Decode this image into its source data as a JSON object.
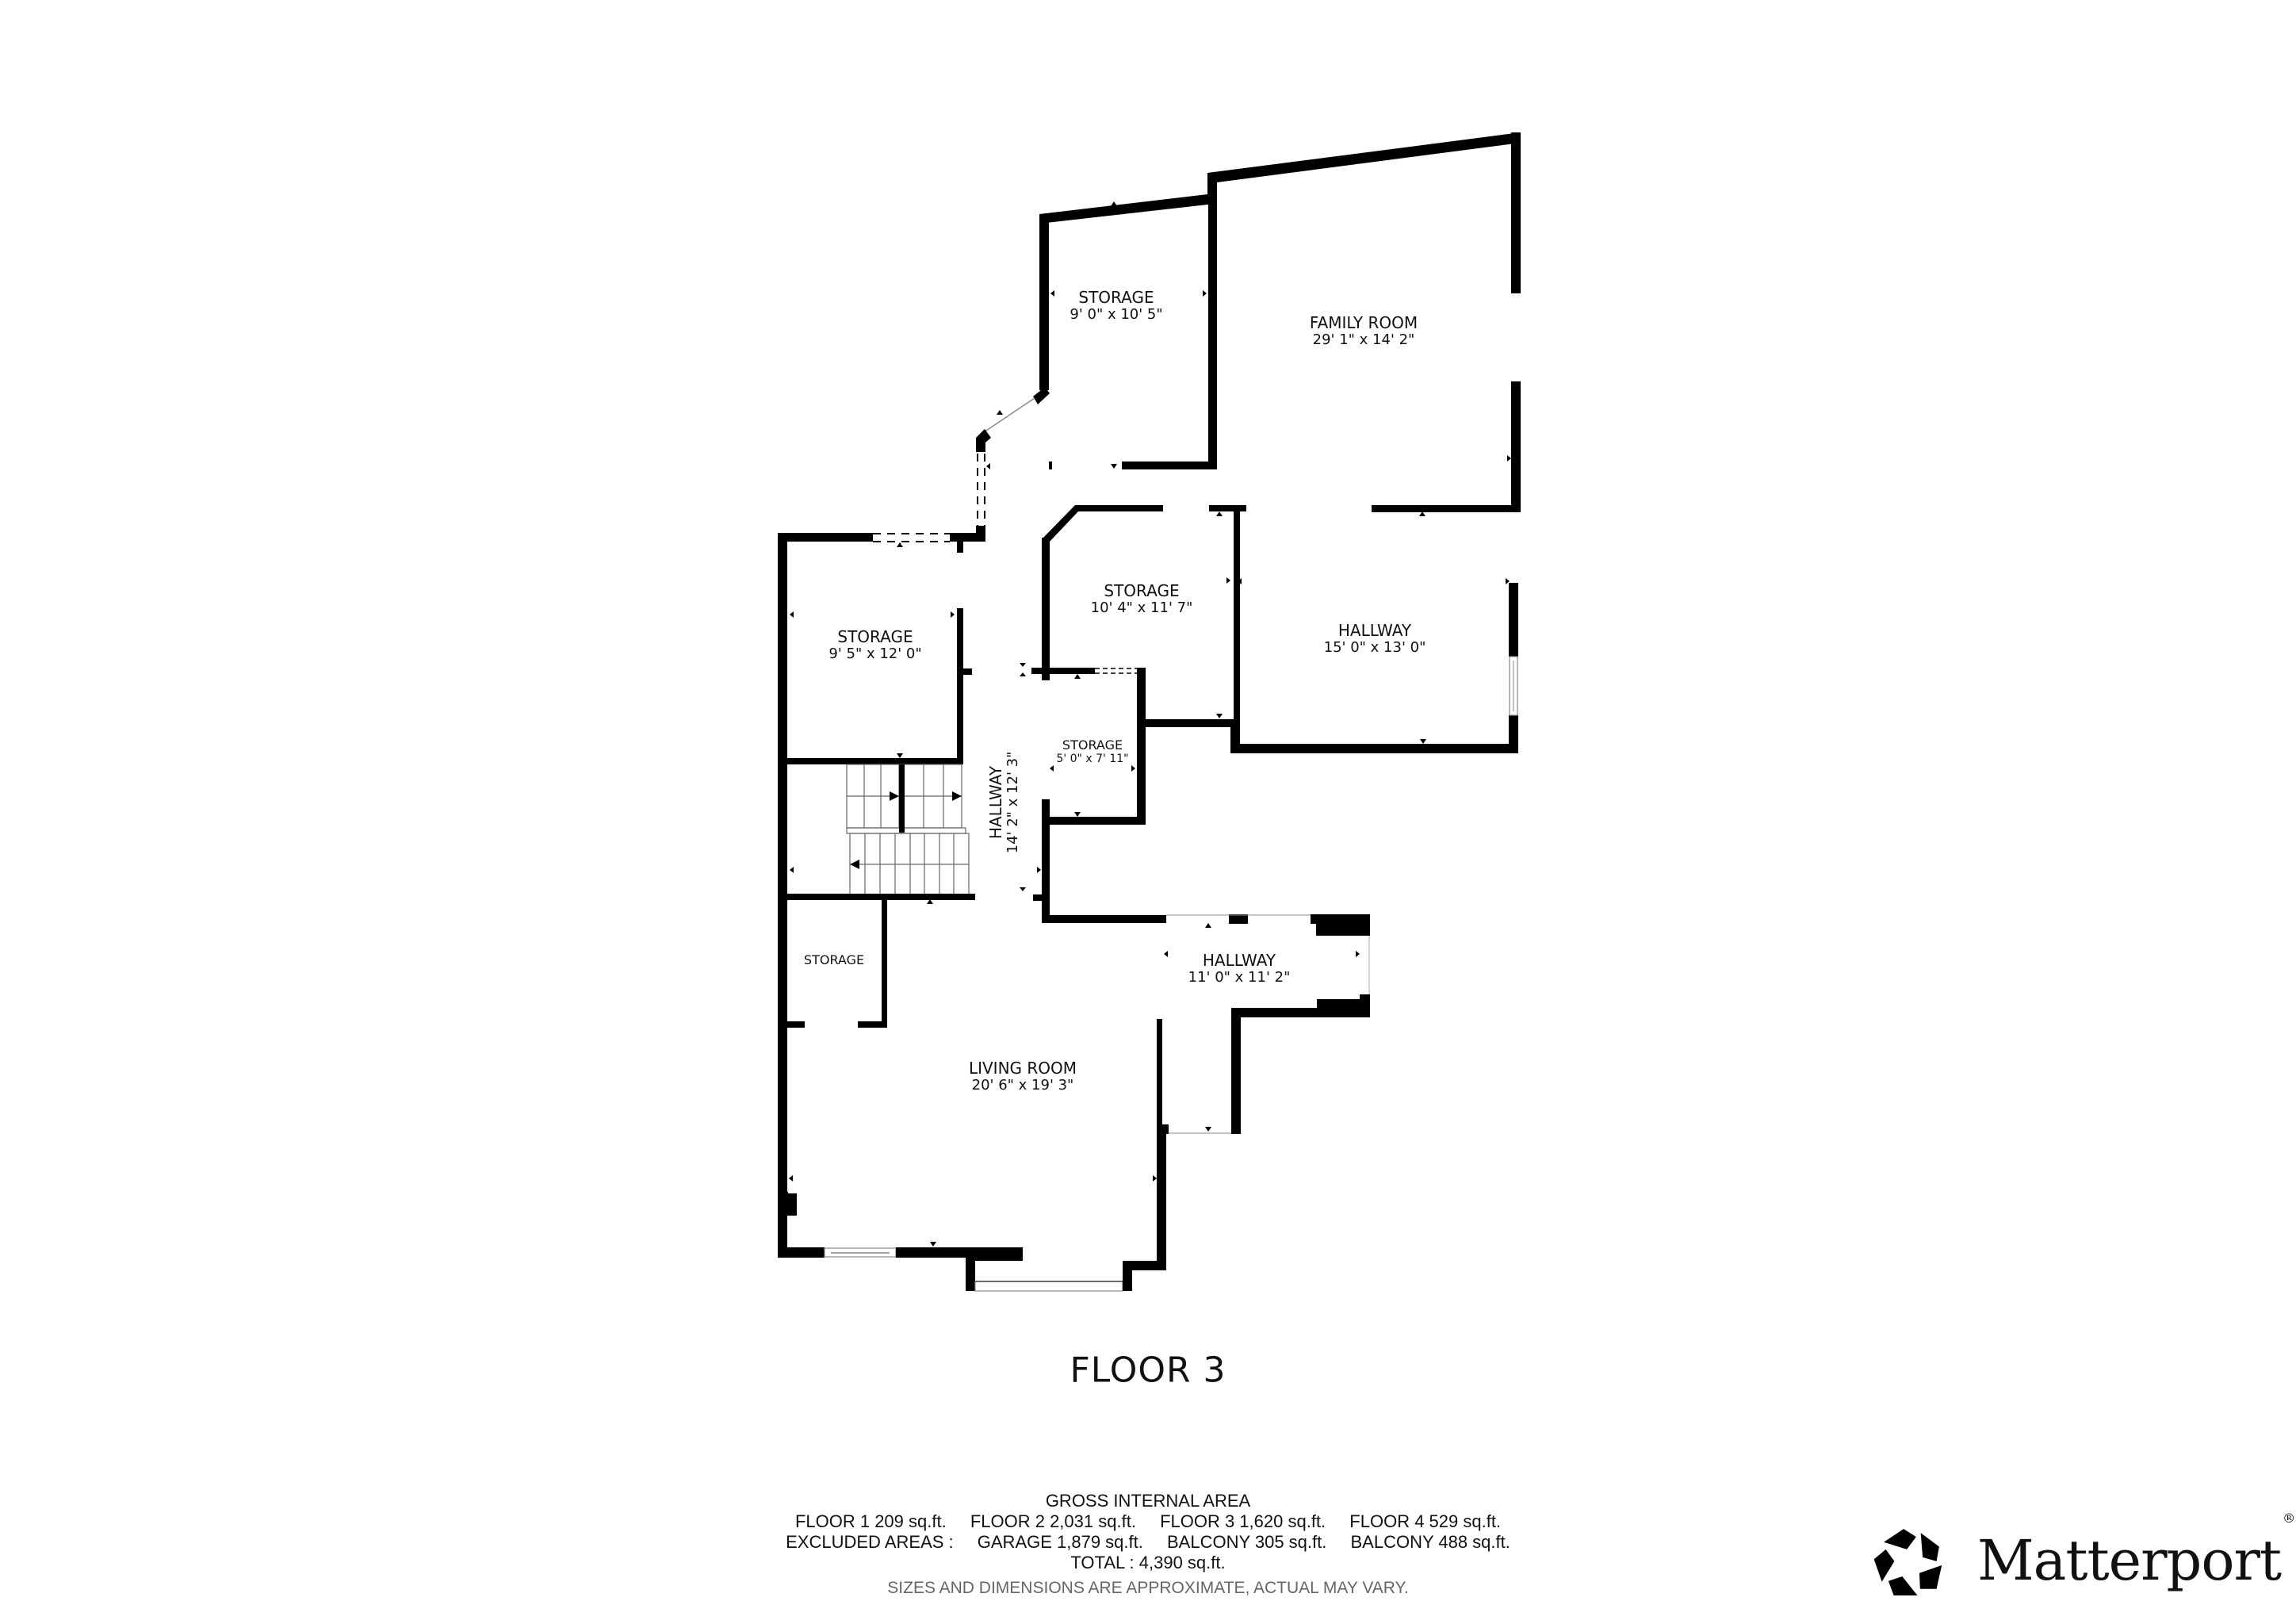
{
  "floor": {
    "title": "FLOOR 3"
  },
  "rooms": [
    {
      "id": "storage-a",
      "name": "STORAGE",
      "dims": "9' 0\" x 10' 5\""
    },
    {
      "id": "family-room",
      "name": "FAMILY ROOM",
      "dims": "29' 1\" x 14' 2\""
    },
    {
      "id": "storage-b",
      "name": "STORAGE",
      "dims": "10' 4\" x 11' 7\""
    },
    {
      "id": "hallway-a",
      "name": "HALLWAY",
      "dims": "15' 0\" x 13' 0\""
    },
    {
      "id": "storage-c",
      "name": "STORAGE",
      "dims": "9' 5\" x 12' 0\""
    },
    {
      "id": "storage-d",
      "name": "STORAGE",
      "dims": "5' 0\" x 7' 11\""
    },
    {
      "id": "hallway-b",
      "name": "HALLWAY",
      "dims": "14' 2\" x 12' 3\""
    },
    {
      "id": "storage-e",
      "name": "STORAGE",
      "dims": ""
    },
    {
      "id": "hallway-c",
      "name": "HALLWAY",
      "dims": "11' 0\" x 11' 2\""
    },
    {
      "id": "living-room",
      "name": "LIVING ROOM",
      "dims": "20' 6\" x 19' 3\""
    }
  ],
  "summary": {
    "heading": "GROSS INTERNAL AREA",
    "floors": [
      "FLOOR 1 209 sq.ft.",
      "FLOOR 2 2,031 sq.ft.",
      "FLOOR 3 1,620 sq.ft.",
      "FLOOR 4 529 sq.ft."
    ],
    "excluded_label": "EXCLUDED AREAS :",
    "excluded": [
      "GARAGE 1,879 sq.ft.",
      "BALCONY 305 sq.ft.",
      "BALCONY 488 sq.ft."
    ],
    "total": "TOTAL :  4,390 sq.ft.",
    "disclaimer": "SIZES AND DIMENSIONS ARE APPROXIMATE, ACTUAL MAY VARY."
  },
  "brand": {
    "name": "Matterport",
    "registered": "®",
    "icon": "matterport-logo-icon"
  },
  "colors": {
    "wall": "#000000",
    "background": "#ffffff",
    "disclaimer": "#666666"
  }
}
